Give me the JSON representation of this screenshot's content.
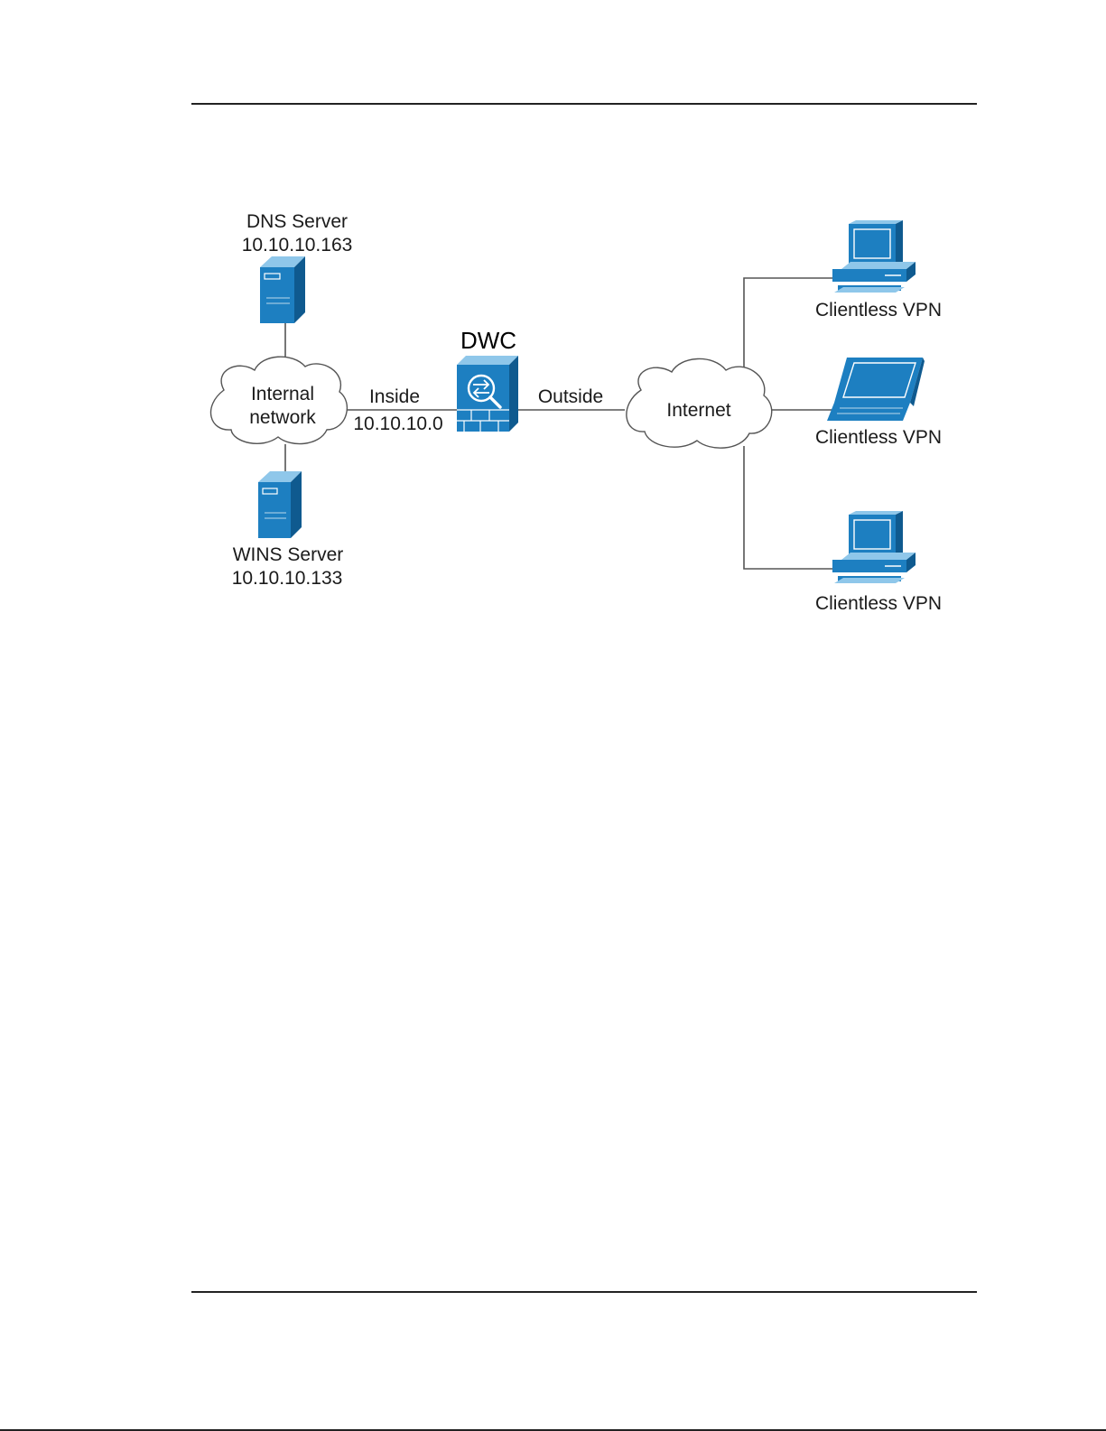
{
  "diagram": {
    "dns": {
      "name": "DNS Server",
      "ip": "10.10.10.163"
    },
    "wins": {
      "name": "WINS Server",
      "ip": "10.10.10.133"
    },
    "internal_network": {
      "line1": "Internal",
      "line2": "network"
    },
    "inside": {
      "label": "Inside",
      "subnet": "10.10.10.0"
    },
    "dwc": {
      "label": "DWC"
    },
    "outside": {
      "label": "Outside"
    },
    "internet": {
      "label": "Internet"
    },
    "clients": [
      {
        "label": "Clientless VPN",
        "device": "desktop-icon"
      },
      {
        "label": "Clientless VPN",
        "device": "laptop-icon"
      },
      {
        "label": "Clientless VPN",
        "device": "desktop-icon"
      }
    ]
  },
  "colors": {
    "device_blue": "#1d7fc1",
    "device_dark": "#0f5a8f",
    "device_light": "#8fc7ea",
    "link": "#555555"
  }
}
